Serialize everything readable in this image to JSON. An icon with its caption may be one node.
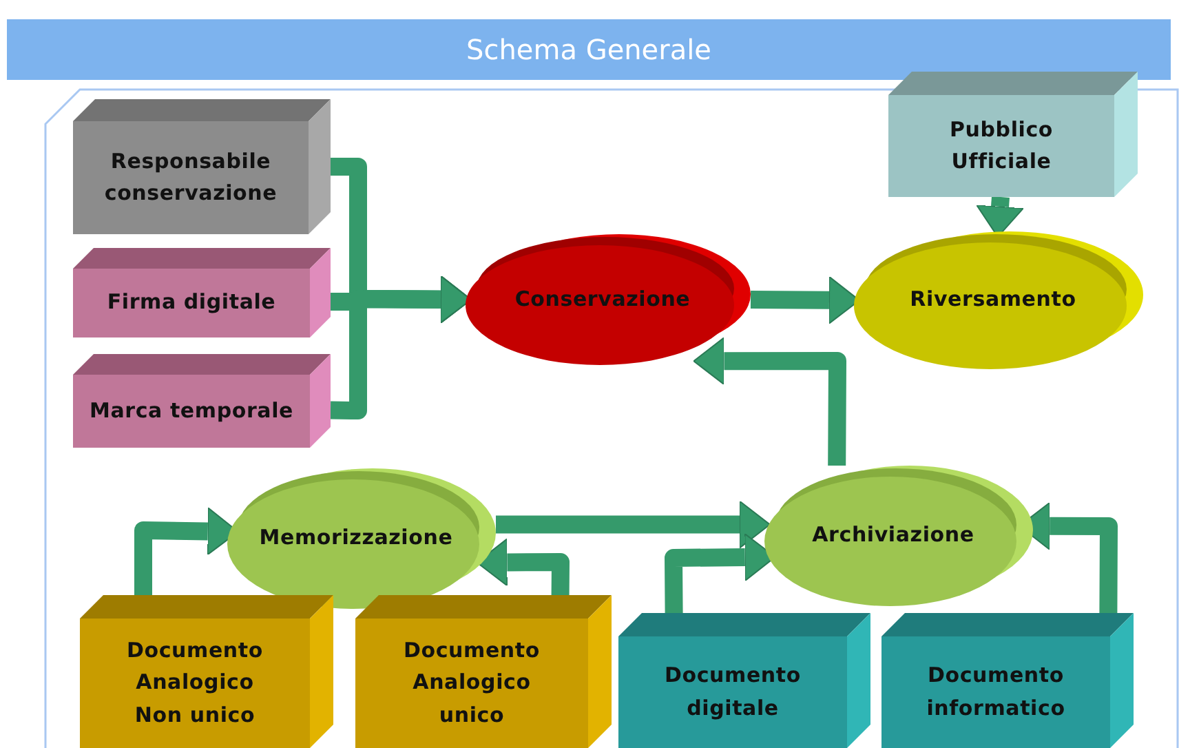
{
  "diagram": {
    "title": "Schema Generale",
    "nodes": [
      {
        "text": [
          "Responsabile conservazione"
        ]
      },
      {
        "text": [
          "Firma digitale"
        ]
      },
      {
        "text": [
          "Marca temporale"
        ]
      },
      {
        "text": [
          "Pubblico Ufficiale"
        ]
      },
      {
        "text": [
          "Conservazione"
        ]
      },
      {
        "text": [
          "Riversamento"
        ]
      },
      {
        "text": [
          "Memorizzazione"
        ]
      },
      {
        "text": [
          "Archiviazione"
        ]
      },
      {
        "text": [
          "Documento Analogico Non unico"
        ]
      },
      {
        "text": [
          "Documento Analogico unico"
        ]
      },
      {
        "text": [
          "Documento digitale"
        ]
      },
      {
        "text": [
          "Documento informatico"
        ]
      }
    ],
    "edges": [
      {
        "from": 0,
        "to": 4,
        "arrow": "to"
      },
      {
        "from": 1,
        "to": 4,
        "arrow": "to"
      },
      {
        "from": 2,
        "to": 4,
        "arrow": "to"
      },
      {
        "from": 3,
        "to": 5,
        "arrow": "to"
      },
      {
        "from": 4,
        "to": 5,
        "arrow": "to"
      },
      {
        "from": 7,
        "to": 4,
        "arrow": "to"
      },
      {
        "from": 6,
        "to": 7,
        "arrow": "to"
      },
      {
        "from": 8,
        "to": 6,
        "arrow": "to"
      },
      {
        "from": 9,
        "to": 6,
        "arrow": "to"
      },
      {
        "from": 10,
        "to": 7,
        "arrow": "to"
      },
      {
        "from": 11,
        "to": 7,
        "arrow": "to"
      }
    ]
  }
}
